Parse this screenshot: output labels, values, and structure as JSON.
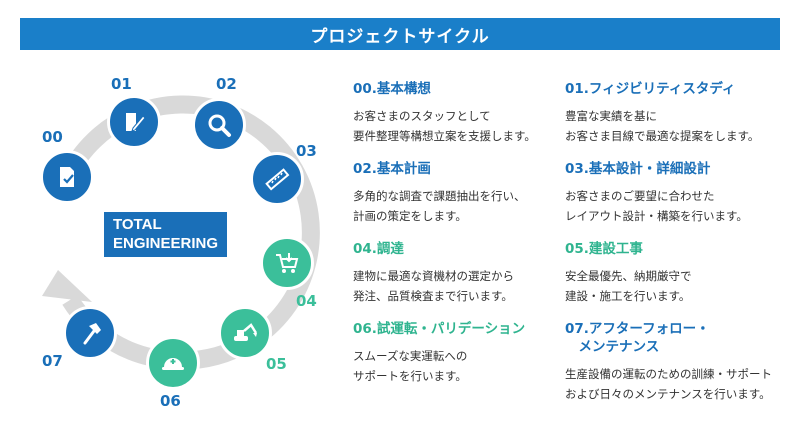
{
  "header": {
    "title": "プロジェクトサイクル"
  },
  "center_label": {
    "line1": "TOTAL",
    "line2": "ENGINEERING"
  },
  "colors": {
    "header_bg": "#1a7fc9",
    "blue": "#1a6fb8",
    "green": "#3bbf9a",
    "ring": "#d9d9d9"
  },
  "cycle_nodes": [
    {
      "num": "00",
      "icon": "document-check-icon"
    },
    {
      "num": "01",
      "icon": "document-pencil-icon"
    },
    {
      "num": "02",
      "icon": "search-icon"
    },
    {
      "num": "03",
      "icon": "ruler-icon"
    },
    {
      "num": "04",
      "icon": "cart-icon"
    },
    {
      "num": "05",
      "icon": "excavator-icon"
    },
    {
      "num": "06",
      "icon": "hard-hat-icon"
    },
    {
      "num": "07",
      "icon": "hammer-icon"
    }
  ],
  "steps": [
    {
      "title": "00.基本構想",
      "body": "お客さまのスタッフとして\n要件整理等構想立案を支援します。"
    },
    {
      "title": "01.フィジビリティスタディ",
      "body": "豊富な実績を基に\nお客さま目線で最適な提案をします。"
    },
    {
      "title": "02.基本計画",
      "body": "多角的な調査で課題抽出を行い、\n計画の策定をします。"
    },
    {
      "title": "03.基本設計・詳細設計",
      "body": "お客さまのご要望に合わせた\nレイアウト設計・構築を行います。"
    },
    {
      "title": "04.調達",
      "body": "建物に最適な資機材の選定から\n発注、品質検査まで行います。"
    },
    {
      "title": "05.建設工事",
      "body": "安全最優先、納期厳守で\n建設・施工を行います。"
    },
    {
      "title": "06.試運転・パリデーション",
      "body": "スムーズな実運転への\nサポートを行います。"
    },
    {
      "title": "07.アフターフォロー・\n　メンテナンス",
      "body": "生産設備の運転のための訓練・サポート\nおよび日々のメンテナンスを行います。"
    }
  ]
}
